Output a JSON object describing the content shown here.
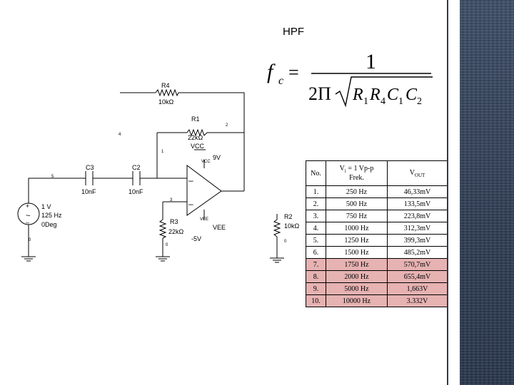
{
  "slide": {
    "title": "HPF"
  },
  "formula": {
    "lhs": "f",
    "lhs_sub": "c",
    "equals": "=",
    "numerator": "1",
    "den_prefix": "2Π",
    "den_terms": [
      {
        "sym": "R",
        "sub": "1"
      },
      {
        "sym": "R",
        "sub": "4"
      },
      {
        "sym": "C",
        "sub": "1"
      },
      {
        "sym": "C",
        "sub": "2"
      }
    ]
  },
  "circuit": {
    "components": {
      "r4": {
        "name": "R4",
        "value": "10kΩ"
      },
      "r1": {
        "name": "R1",
        "value": "22kΩ"
      },
      "c3": {
        "name": "C3",
        "value": "10nF"
      },
      "c2": {
        "name": "C2",
        "value": "10nF"
      },
      "r3": {
        "name": "R3",
        "value": "22kΩ"
      },
      "r2": {
        "name": "R2",
        "value": "10kΩ"
      },
      "source": {
        "amplitude": "1 V",
        "frequency": "125 Hz",
        "phase": "0Deg"
      }
    },
    "supply": {
      "vcc_label": "VCC",
      "vcc_pin": "VCC",
      "vcc_value": "9V",
      "vee_label": "VEE",
      "vee_pin": "VEE",
      "vee_value": "-5V"
    },
    "nodes": {
      "n1": "1",
      "n2": "2",
      "n3": "3",
      "n4": "4",
      "n5": "5",
      "g1": "0",
      "g2": "0",
      "g3": "0"
    },
    "opamp": {
      "minus": "–",
      "plus": "–"
    },
    "source_signs": {
      "plus": "+",
      "minus": "–",
      "tilde": "~"
    }
  },
  "table": {
    "headers": {
      "no": "No.",
      "vin_main": "V",
      "vin_sub": "i",
      "vin_rest": " = 1 Vp-p",
      "vin_line2": "Frek.",
      "vout_main": "V",
      "vout_sub": "OUT"
    },
    "rows": [
      {
        "no": "1.",
        "freq": "250 Hz",
        "vout": "46,33mV",
        "highlight": false
      },
      {
        "no": "2.",
        "freq": "500 Hz",
        "vout": "133,5mV",
        "highlight": false
      },
      {
        "no": "3.",
        "freq": "750 Hz",
        "vout": "223,8mV",
        "highlight": false
      },
      {
        "no": "4.",
        "freq": "1000 Hz",
        "vout": "312,3mV",
        "highlight": false
      },
      {
        "no": "5.",
        "freq": "1250 Hz",
        "vout": "399,3mV",
        "highlight": false
      },
      {
        "no": "6.",
        "freq": "1500 Hz",
        "vout": "485,2mV",
        "highlight": false
      },
      {
        "no": "7.",
        "freq": "1750 Hz",
        "vout": "570,7mV",
        "highlight": true
      },
      {
        "no": "8.",
        "freq": "2000 Hz",
        "vout": "655,4mV",
        "highlight": true
      },
      {
        "no": "9.",
        "freq": "5000 Hz",
        "vout": "1,663V",
        "highlight": true
      },
      {
        "no": "10.",
        "freq": "10000 Hz",
        "vout": "3.332V",
        "highlight": true
      }
    ]
  },
  "colors": {
    "highlight": "#e6b2b2",
    "panel": "#33435b",
    "ink": "#000000"
  }
}
